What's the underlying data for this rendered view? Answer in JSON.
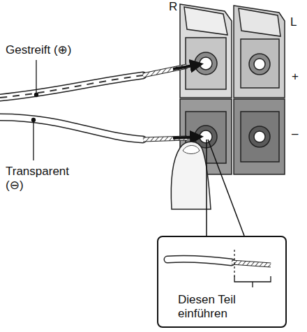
{
  "diagram": {
    "nodes": [
      {
        "text": [
          "Diesen Teil einführen"
        ]
      }
    ],
    "labels": [
      "R",
      "L",
      "Gestreift (⊕)",
      "+",
      "–",
      "Transparent (⊖)"
    ]
  }
}
